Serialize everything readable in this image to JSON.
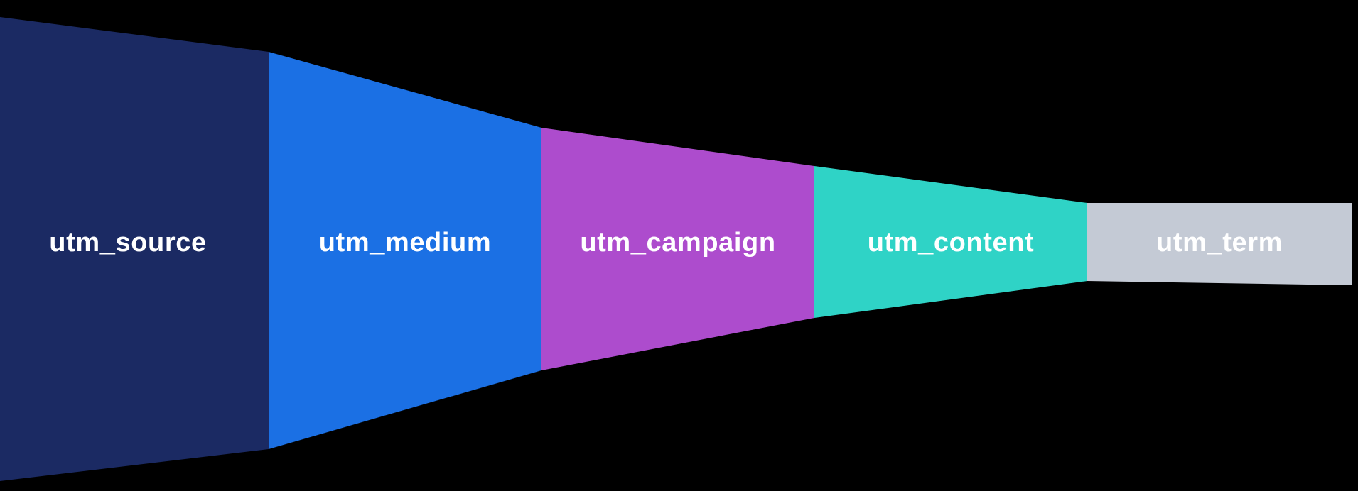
{
  "diagram": {
    "type": "funnel",
    "background_color": "#000000",
    "text_color": "#ffffff",
    "segments": [
      {
        "label": "utm_source",
        "color": "#1b2a63"
      },
      {
        "label": "utm_medium",
        "color": "#1b70e4"
      },
      {
        "label": "utm_campaign",
        "color": "#ad4ccd"
      },
      {
        "label": "utm_content",
        "color": "#2fd3c6"
      },
      {
        "label": "utm_term",
        "color": "#c4cad5"
      }
    ]
  }
}
